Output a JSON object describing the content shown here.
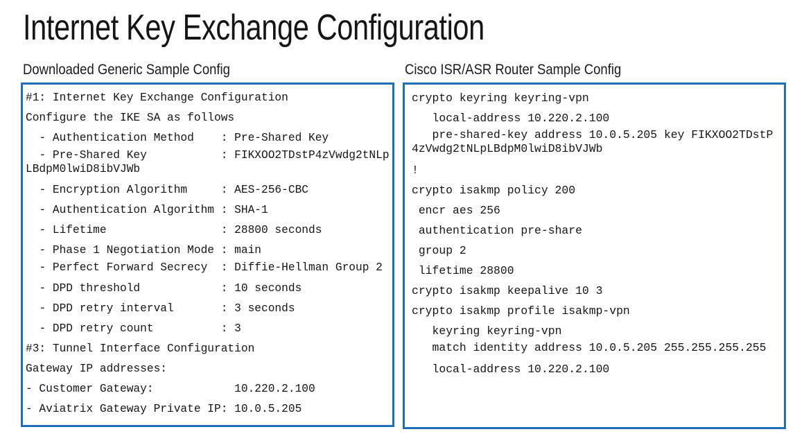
{
  "slide": {
    "title": "Internet Key Exchange Configuration",
    "accent_color": "#1f6fb5",
    "background_color": "#ffffff",
    "text_color": "#151515"
  },
  "left_panel": {
    "heading": "Downloaded Generic Sample Config",
    "lines": [
      "#1: Internet Key Exchange Configuration",
      "Configure the IKE SA as follows",
      "  - Authentication Method    : Pre-Shared Key",
      "  - Pre-Shared Key           : FIKXOO2TDstP4zVwdg2tNLpLBdpM0lwiD8ibVJWb",
      "  - Encryption Algorithm     : AES-256-CBC",
      "  - Authentication Algorithm : SHA-1",
      "  - Lifetime                 : 28800 seconds",
      "  - Phase 1 Negotiation Mode : main",
      "  - Perfect Forward Secrecy  : Diffie-Hellman Group 2",
      "  - DPD threshold            : 10 seconds",
      "  - DPD retry interval       : 3 seconds",
      "  - DPD retry count          : 3",
      "#3: Tunnel Interface Configuration",
      "Gateway IP addresses:",
      "- Customer Gateway:            10.220.2.100",
      "- Aviatrix Gateway Private IP: 10.0.5.205"
    ],
    "wrapped_line_indexes": [
      3,
      8
    ]
  },
  "right_panel": {
    "heading": "Cisco ISR/ASR Router Sample Config",
    "lines": [
      "crypto keyring keyring-vpn",
      "   local-address 10.220.2.100",
      "   pre-shared-key address 10.0.5.205 key FIKXOO2TDstP4zVwdg2tNLpLBdpM0lwiD8ibVJWb",
      "!",
      "crypto isakmp policy 200",
      " encr aes 256",
      " authentication pre-share",
      " group 2",
      " lifetime 28800",
      "crypto isakmp keepalive 10 3",
      "crypto isakmp profile isakmp-vpn",
      "   keyring keyring-vpn",
      "   match identity address 10.0.5.205 255.255.255.255",
      "   local-address 10.220.2.100"
    ],
    "wrapped_line_indexes": [
      2,
      12
    ]
  }
}
